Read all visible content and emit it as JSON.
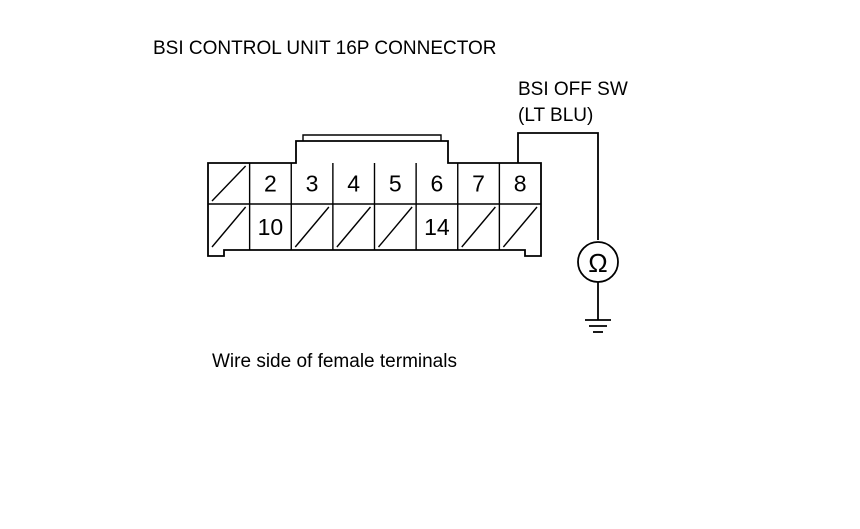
{
  "title": "BSI CONTROL UNIT 16P CONNECTOR",
  "switch_label": {
    "line1": "BSI OFF SW",
    "line2": "(LT BLU)"
  },
  "caption": "Wire side of female terminals",
  "meter_symbol": "Ω",
  "connector": {
    "top_row": [
      "",
      "2",
      "3",
      "4",
      "5",
      "6",
      "7",
      "8"
    ],
    "bottom_row": [
      "",
      "10",
      "",
      "",
      "",
      "14",
      "",
      ""
    ]
  },
  "probe_terminal": "8",
  "icons": {
    "meter": "ohmmeter-icon",
    "ground": "ground-icon"
  }
}
